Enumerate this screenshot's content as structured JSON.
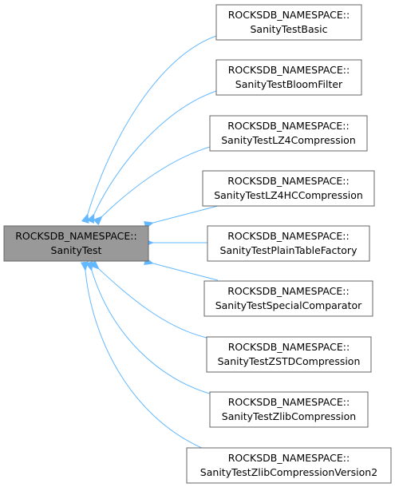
{
  "base": {
    "line1": "ROCKSDB_NAMESPACE::",
    "line2": "SanityTest"
  },
  "derived": [
    {
      "line1": "ROCKSDB_NAMESPACE::",
      "line2": "SanityTestBasic"
    },
    {
      "line1": "ROCKSDB_NAMESPACE::",
      "line2": "SanityTestBloomFilter"
    },
    {
      "line1": "ROCKSDB_NAMESPACE::",
      "line2": "SanityTestLZ4Compression"
    },
    {
      "line1": "ROCKSDB_NAMESPACE::",
      "line2": "SanityTestLZ4HCCompression"
    },
    {
      "line1": "ROCKSDB_NAMESPACE::",
      "line2": "SanityTestPlainTableFactory"
    },
    {
      "line1": "ROCKSDB_NAMESPACE::",
      "line2": "SanityTestSpecialComparator"
    },
    {
      "line1": "ROCKSDB_NAMESPACE::",
      "line2": "SanityTestZSTDCompression"
    },
    {
      "line1": "ROCKSDB_NAMESPACE::",
      "line2": "SanityTestZlibCompression"
    },
    {
      "line1": "ROCKSDB_NAMESPACE::",
      "line2": "SanityTestZlibCompressionVersion2"
    }
  ],
  "colors": {
    "edge": "#63b8ff",
    "base_fill": "#999999",
    "node_border": "#666666",
    "node_fill": "#ffffff"
  }
}
